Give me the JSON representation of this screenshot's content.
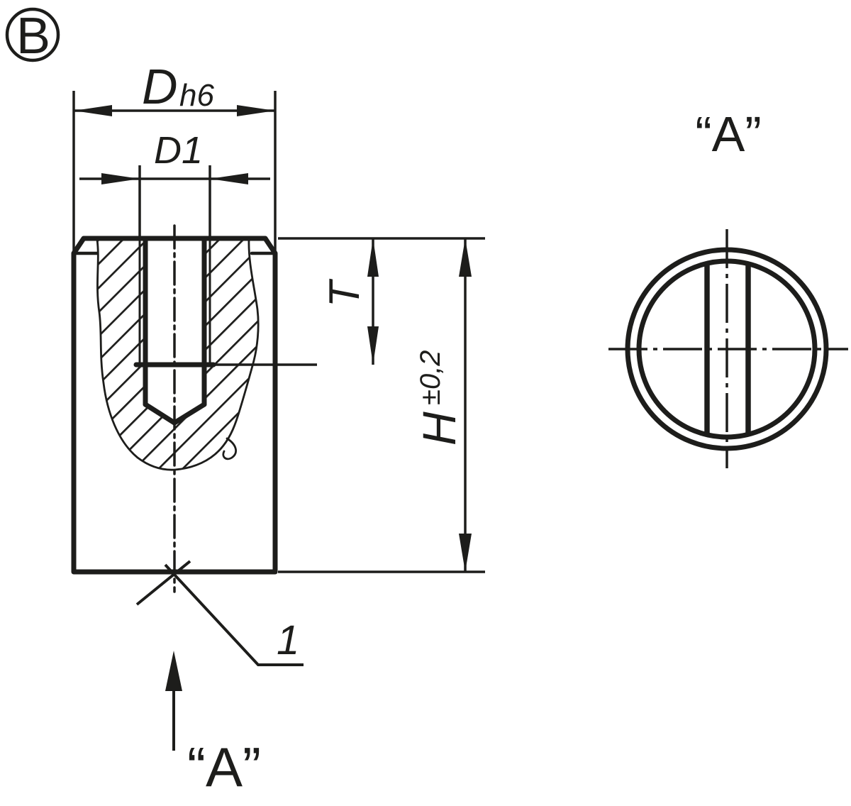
{
  "page": {
    "background": "#ffffff",
    "line_color": "#1d1d1b"
  },
  "labels": {
    "detail_marker": "B",
    "dim_outer_diameter": "D",
    "dim_outer_diameter_fit": "h6",
    "dim_counterbore_diameter": "D1",
    "dim_thread_depth": "T",
    "dim_height": "H",
    "dim_height_tolerance": "±0,2",
    "item_reference": "1",
    "view_direction_label": "“A”",
    "view_title": "“A”"
  }
}
